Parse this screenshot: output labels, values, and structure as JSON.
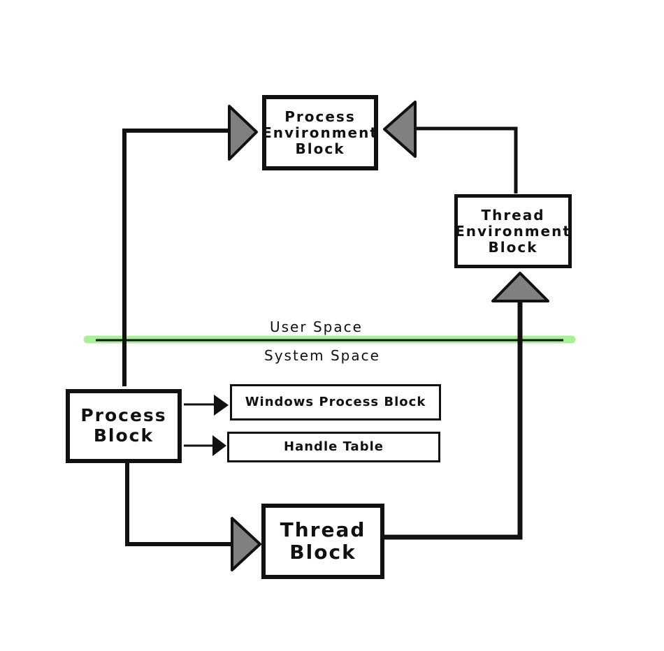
{
  "diagram": {
    "nodes": {
      "peb": {
        "lines": [
          "Process",
          "Environment",
          "Block"
        ]
      },
      "teb": {
        "lines": [
          "Thread",
          "Environment",
          "Block"
        ]
      },
      "process_block": {
        "lines": [
          "Process",
          "Block"
        ]
      },
      "thread_block": {
        "lines": [
          "Thread",
          "Block"
        ]
      },
      "windows_process_block": {
        "label": "Windows Process Block"
      },
      "handle_table": {
        "label": "Handle Table"
      }
    },
    "boundary": {
      "upper_label": "User Space",
      "lower_label": "System Space",
      "highlight_color": "#a8ef98"
    },
    "edges": [
      {
        "from": "Process Block",
        "to": "Process Environment Block"
      },
      {
        "from": "Thread Environment Block",
        "to": "Process Environment Block"
      },
      {
        "from": "Thread Block",
        "to": "Thread Environment Block"
      },
      {
        "from": "Process Block",
        "to": "Windows Process Block"
      },
      {
        "from": "Process Block",
        "to": "Handle Table"
      },
      {
        "from": "Process Block",
        "to": "Thread Block"
      }
    ],
    "colors": {
      "line": "#111111",
      "arrowhead_fill": "#808080"
    }
  }
}
